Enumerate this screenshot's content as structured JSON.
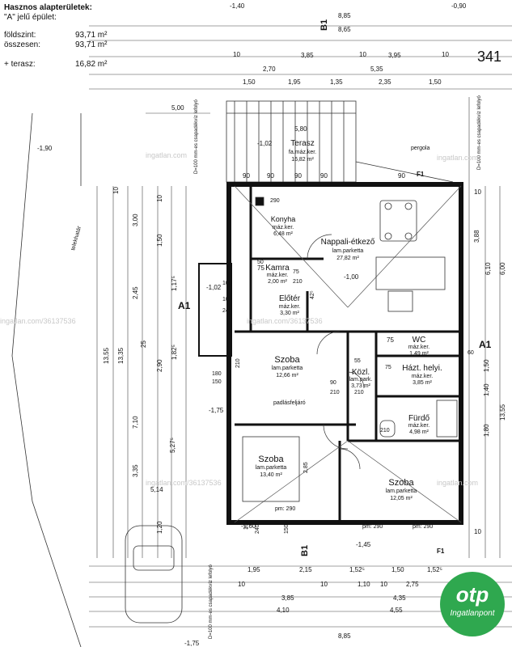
{
  "header": {
    "title": "Hasznos alapterületek:",
    "subtitle": "\"A\" jelű épület:",
    "rows": [
      {
        "label": "földszint:",
        "value": "93,71 m²"
      },
      {
        "label": "összesen:",
        "value": "93,71 m²"
      },
      {
        "label": "+ terasz:",
        "value": "16,82 m²"
      }
    ]
  },
  "plot_number": "341",
  "rooms": [
    {
      "name": "Terasz",
      "floor": "fa.máz.ker.",
      "area": "16,82 m²"
    },
    {
      "name": "Konyha",
      "floor": "máz.ker.",
      "area": "6,48 m²"
    },
    {
      "name": "Nappali-étkező",
      "floor": "lam.parketta",
      "area": "27,82 m²"
    },
    {
      "name": "Kamra",
      "floor": "máz.ker.",
      "area": "2,00 m²"
    },
    {
      "name": "Előtér",
      "floor": "máz.ker.",
      "area": "3,30 m²"
    },
    {
      "name": "WC",
      "floor": "máz.ker.",
      "area": "1,49 m²"
    },
    {
      "name": "Szoba",
      "floor": "lam.parketta",
      "area": "12,66 m²"
    },
    {
      "name": "Közl.",
      "floor": "lam.park.",
      "area": "3,73 m²"
    },
    {
      "name": "Házt. helyi.",
      "floor": "máz.ker.",
      "area": "3,85 m²"
    },
    {
      "name": "Fürdő",
      "floor": "máz.ker.",
      "area": "4,98 m²"
    },
    {
      "name": "Szoba",
      "floor": "lam.parketta",
      "area": "13,40 m²"
    },
    {
      "name": "Szoba",
      "floor": "lam.parketta",
      "area": "12,05 m²"
    }
  ],
  "labels": {
    "pergola": "pergola",
    "padlas": "padlásfeljáró",
    "telekhatar": "telekhatár",
    "drain_left": "D=100 mm-es csapadékvíz lefolyó",
    "drain_right": "D=100 mm-es csapadékvíz lefolyó",
    "drain_bottom": "D=100 mm-es csapadékvíz lefolyó",
    "section_a1": "A1",
    "section_b1": "B1",
    "section_f1": "F1",
    "watermark": "ingatlan.com/36137536",
    "watermark_short": "ingatlan.com"
  },
  "elevations": {
    "top_left": "-1,40",
    "top_right": "-0,90",
    "left": "-1,90",
    "entry": "-1,02",
    "inner": "-1,00",
    "terrace": "-1,02",
    "lower_left": "-1,75",
    "bottom_left": "-1,60",
    "bottom_right": "-1,45",
    "bottom_far": "-1,75"
  },
  "dims_top": [
    "8,85",
    "8,65",
    "3,85",
    "3,95",
    "5,35",
    "2,70",
    "1,50",
    "1,95",
    "1,35",
    "2,35",
    "1,50",
    "5,00",
    "5,80",
    "10",
    "10",
    "10",
    "90",
    "90",
    "90",
    "90",
    "90",
    "75",
    "75"
  ],
  "dims_bottom": [
    "1,95",
    "2,15",
    "1,52⁵",
    "1,50",
    "1,52⁵",
    "1,10",
    "2,75",
    "3,85",
    "4,35",
    "4,10",
    "4,55",
    "8,85",
    "10",
    "10",
    "10"
  ],
  "dims_left": [
    "13,55",
    "13,35",
    "7,10",
    "2,45",
    "3,00",
    "3,35",
    "5,27⁵",
    "5,14",
    "1,17⁵",
    "1,82⁵",
    "2,90",
    "1,50",
    "1,20",
    "10",
    "10",
    "25"
  ],
  "dims_right": [
    "6,10",
    "6,00",
    "13,55",
    "3,88",
    "1,40",
    "1,80",
    "1,50",
    "10",
    "10"
  ],
  "dims_inner": [
    "290",
    "100",
    "210",
    "75",
    "210",
    "50",
    "100",
    "240",
    "180",
    "150",
    "55",
    "75",
    "60",
    "210",
    "210",
    "90",
    "210",
    "100",
    "240",
    "150",
    "pm: 290",
    "pm: 290",
    "pm: 290",
    "2,85",
    "42⁵"
  ],
  "badge": {
    "logo": "otp",
    "sub": "Ingatlanpont"
  }
}
